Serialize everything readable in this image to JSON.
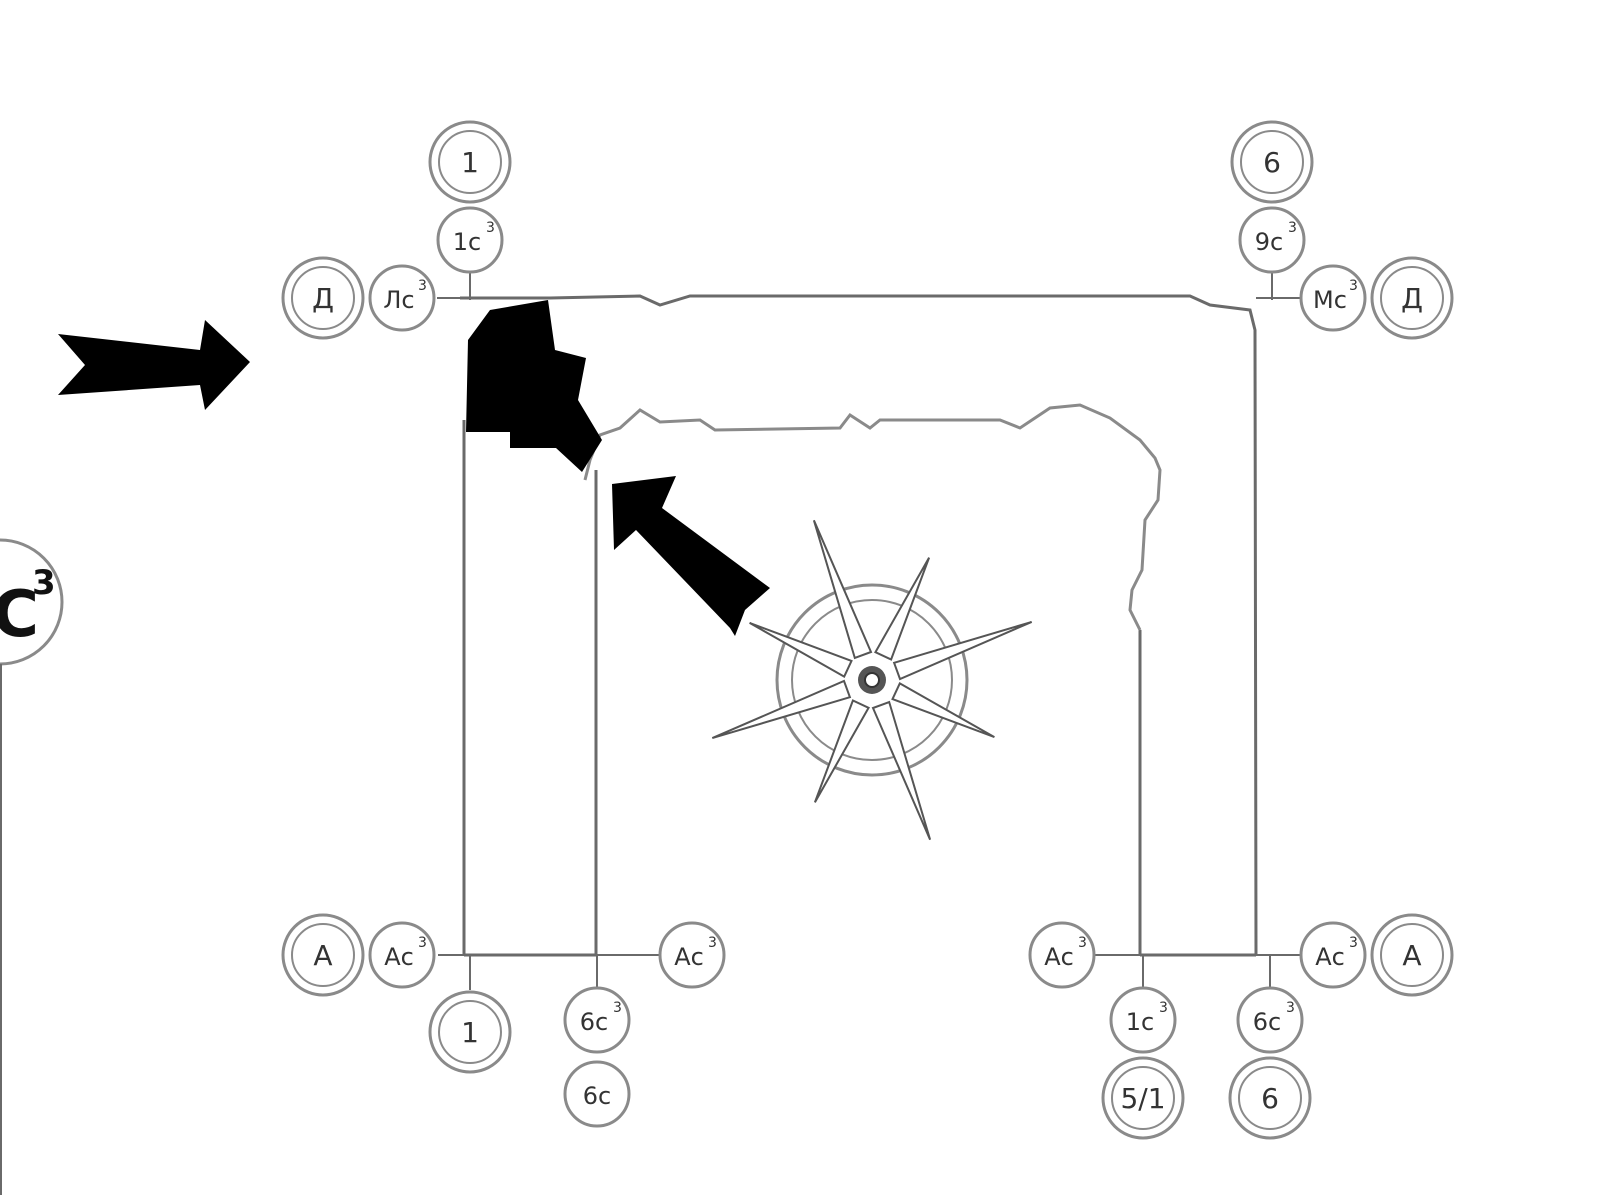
{
  "colors": {
    "line": "#6a6a6a",
    "wall": "#8a8a8a",
    "fill": "#000000",
    "ring": "#808080"
  },
  "icons": {
    "arrow_left": "arrow-right-icon",
    "arrow_inner": "arrow-up-left-icon",
    "compass": "compass-rose-icon"
  },
  "axes": {
    "top_left_outer": "1",
    "top_left_inner": "1с",
    "top_left_inner_sup": "3",
    "top_right_outer": "6",
    "top_right_inner": "9с",
    "top_right_inner_sup": "3",
    "left_top_outer": "Д",
    "left_top_inner": "Лс",
    "left_top_inner_sup": "3",
    "right_top_outer": "Д",
    "right_top_inner": "Мс",
    "right_top_inner_sup": "3",
    "left_bottom_outer": "А",
    "left_bottom_inner": "Ас",
    "left_bottom_inner_sup": "3",
    "mid_bottom_right": "Ас",
    "mid_bottom_right_sup": "3",
    "bottom_left_outer": "1",
    "bottom_mid_inner": "6с",
    "bottom_mid_inner_sup": "3",
    "bottom_mid_lower": "6с",
    "right_bottom_mid_inner": "Ас",
    "right_bottom_mid_inner_sup": "3",
    "right_bottom_inner": "Ас",
    "right_bottom_inner_sup": "3",
    "right_bottom_outer": "А",
    "bottom_r1_inner": "1с",
    "bottom_r1_inner_sup": "3",
    "bottom_r1_outer": "5/1",
    "bottom_r2_inner": "6с",
    "bottom_r2_inner_sup": "3",
    "bottom_r2_outer": "6"
  },
  "side_marker": {
    "letter": "С",
    "sup": "3"
  }
}
